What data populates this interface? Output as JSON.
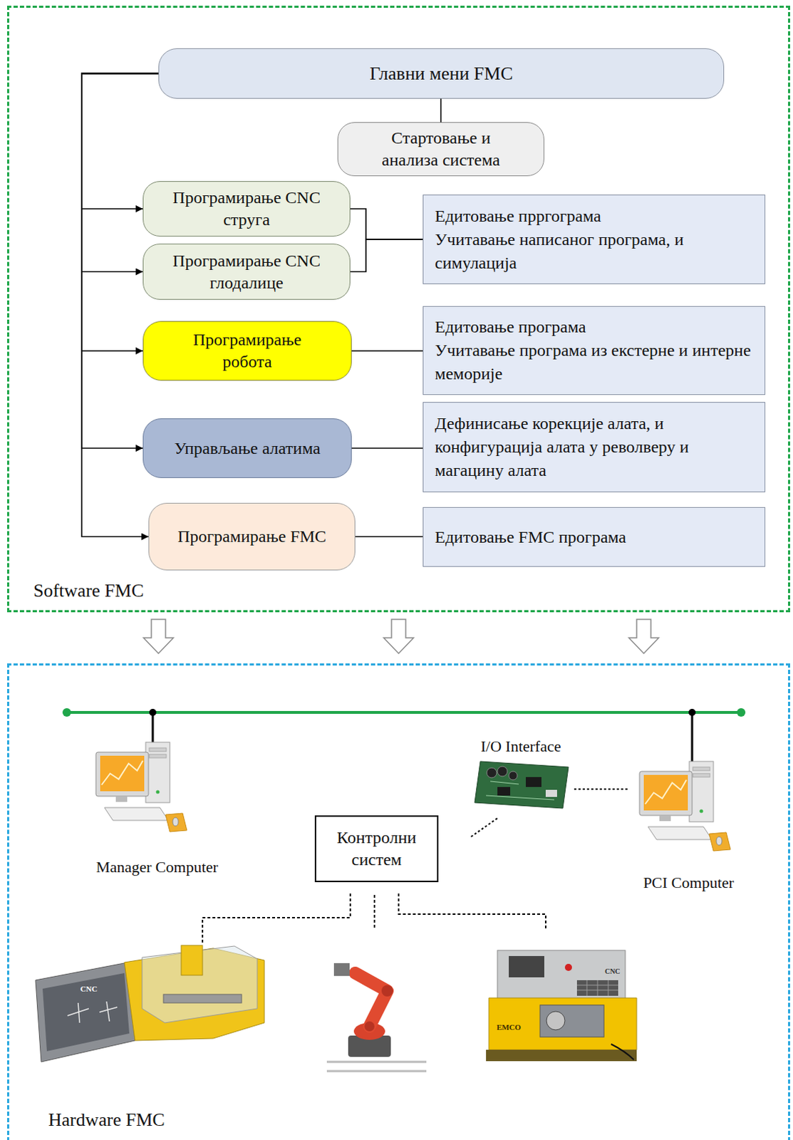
{
  "diagram": {
    "nodes": [
      {
        "text": [
          "Software FMC"
        ]
      },
      {
        "text": [
          "Главни мени FMC"
        ],
        "in": 0
      },
      {
        "text": [
          "Стартовање и анализа система"
        ],
        "in": 0
      },
      {
        "text": [
          "Програмирање CNC струга"
        ],
        "in": 0
      },
      {
        "text": [
          "Програмирање CNC глодалице"
        ],
        "in": 0
      },
      {
        "text": [
          "Едитовање прргограма",
          "Учитавање написаног програма, и симулација"
        ],
        "in": 0
      },
      {
        "text": [
          "Програмирање робота"
        ],
        "in": 0
      },
      {
        "text": [
          "Едитовање програма",
          "Учитавање програма из екстерне и интерне меморије"
        ],
        "in": 0
      },
      {
        "text": [
          "Управљање алатима"
        ],
        "in": 0
      },
      {
        "text": [
          "Дефинисање корекције алата, и конфигурација алата у револверу и магацину алата"
        ],
        "in": 0
      },
      {
        "text": [
          "Програмирање FMC"
        ],
        "in": 0
      },
      {
        "text": [
          "Едитовање FMC програма"
        ],
        "in": 0
      },
      {
        "text": [
          "Hardware FMC"
        ]
      },
      {
        "text": [
          "Контролни систем"
        ],
        "in": 12
      }
    ],
    "edges": [
      {
        "from": 1,
        "to": 2,
        "arrow": "none"
      },
      {
        "from": 1,
        "to": 3,
        "arrow": "to"
      },
      {
        "from": 1,
        "to": 4,
        "arrow": "to"
      },
      {
        "from": 1,
        "to": 6,
        "arrow": "to"
      },
      {
        "from": 1,
        "to": 8,
        "arrow": "to"
      },
      {
        "from": 1,
        "to": 10,
        "arrow": "to"
      },
      {
        "from": 3,
        "to": 5,
        "arrow": "none"
      },
      {
        "from": 4,
        "to": 5,
        "arrow": "none"
      },
      {
        "from": 6,
        "to": 7,
        "arrow": "none"
      },
      {
        "from": 8,
        "to": 9,
        "arrow": "none"
      },
      {
        "from": 10,
        "to": 11,
        "arrow": "none"
      },
      {
        "from": 0,
        "to": 12,
        "arrow": "to"
      },
      {
        "from": 0,
        "to": 12,
        "arrow": "to"
      },
      {
        "from": 0,
        "to": 12,
        "arrow": "to"
      }
    ],
    "labels": [
      "I/O Interface",
      "Manager Computer",
      "PCI Computer",
      "CNC",
      "EMCO",
      "CNC"
    ]
  }
}
